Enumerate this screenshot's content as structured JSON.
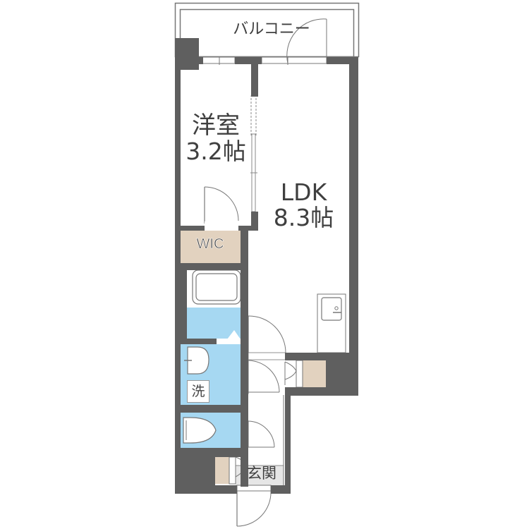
{
  "floorplan": {
    "rooms": {
      "balcony": {
        "label": "バルコニー"
      },
      "western_room": {
        "label": "洋室",
        "size": "3.2帖"
      },
      "ldk": {
        "label": "LDK",
        "size": "8.3帖"
      },
      "wic": {
        "label": "WIC"
      },
      "washroom": {
        "label": "洗"
      },
      "entrance": {
        "label": "玄関"
      }
    },
    "colors": {
      "wall": "#5f5f5f",
      "wet_area": "#a6d8f2",
      "storage": "#e2d2bf",
      "entrance_floor": "#e6e6e6",
      "line": "#555555"
    }
  }
}
